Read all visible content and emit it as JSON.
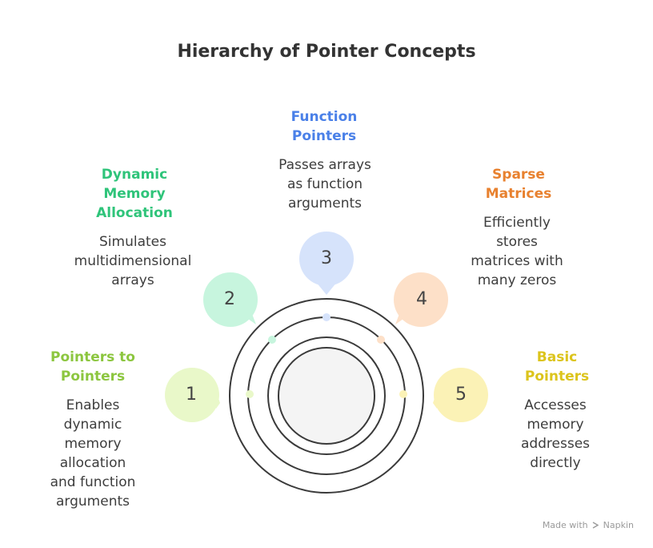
{
  "title": "Hierarchy of Pointer Concepts",
  "items": [
    {
      "number": "1",
      "label_lines": [
        "Pointers to",
        "Pointers"
      ],
      "desc_lines": [
        "Enables",
        "dynamic",
        "memory",
        "allocation",
        "and function",
        "arguments"
      ],
      "color": "#8cc63f",
      "fill": "#e9f8c9"
    },
    {
      "number": "2",
      "label_lines": [
        "Dynamic",
        "Memory",
        "Allocation"
      ],
      "desc_lines": [
        "Simulates",
        "multidimensional",
        "arrays"
      ],
      "color": "#2fc47a",
      "fill": "#c7f5de"
    },
    {
      "number": "3",
      "label_lines": [
        "Function",
        "Pointers"
      ],
      "desc_lines": [
        "Passes arrays",
        "as function",
        "arguments"
      ],
      "color": "#4a80e8",
      "fill": "#d6e3fb"
    },
    {
      "number": "4",
      "label_lines": [
        "Sparse",
        "Matrices"
      ],
      "desc_lines": [
        "Efficiently",
        "stores",
        "matrices with",
        "many zeros"
      ],
      "color": "#e8812f",
      "fill": "#fde0c8"
    },
    {
      "number": "5",
      "label_lines": [
        "Basic",
        "Pointers"
      ],
      "desc_lines": [
        "Accesses",
        "memory",
        "addresses",
        "directly"
      ],
      "color": "#dcc41c",
      "fill": "#fbf2b6"
    }
  ],
  "footer": {
    "prefix": "Made with",
    "brand": "Napkin"
  }
}
